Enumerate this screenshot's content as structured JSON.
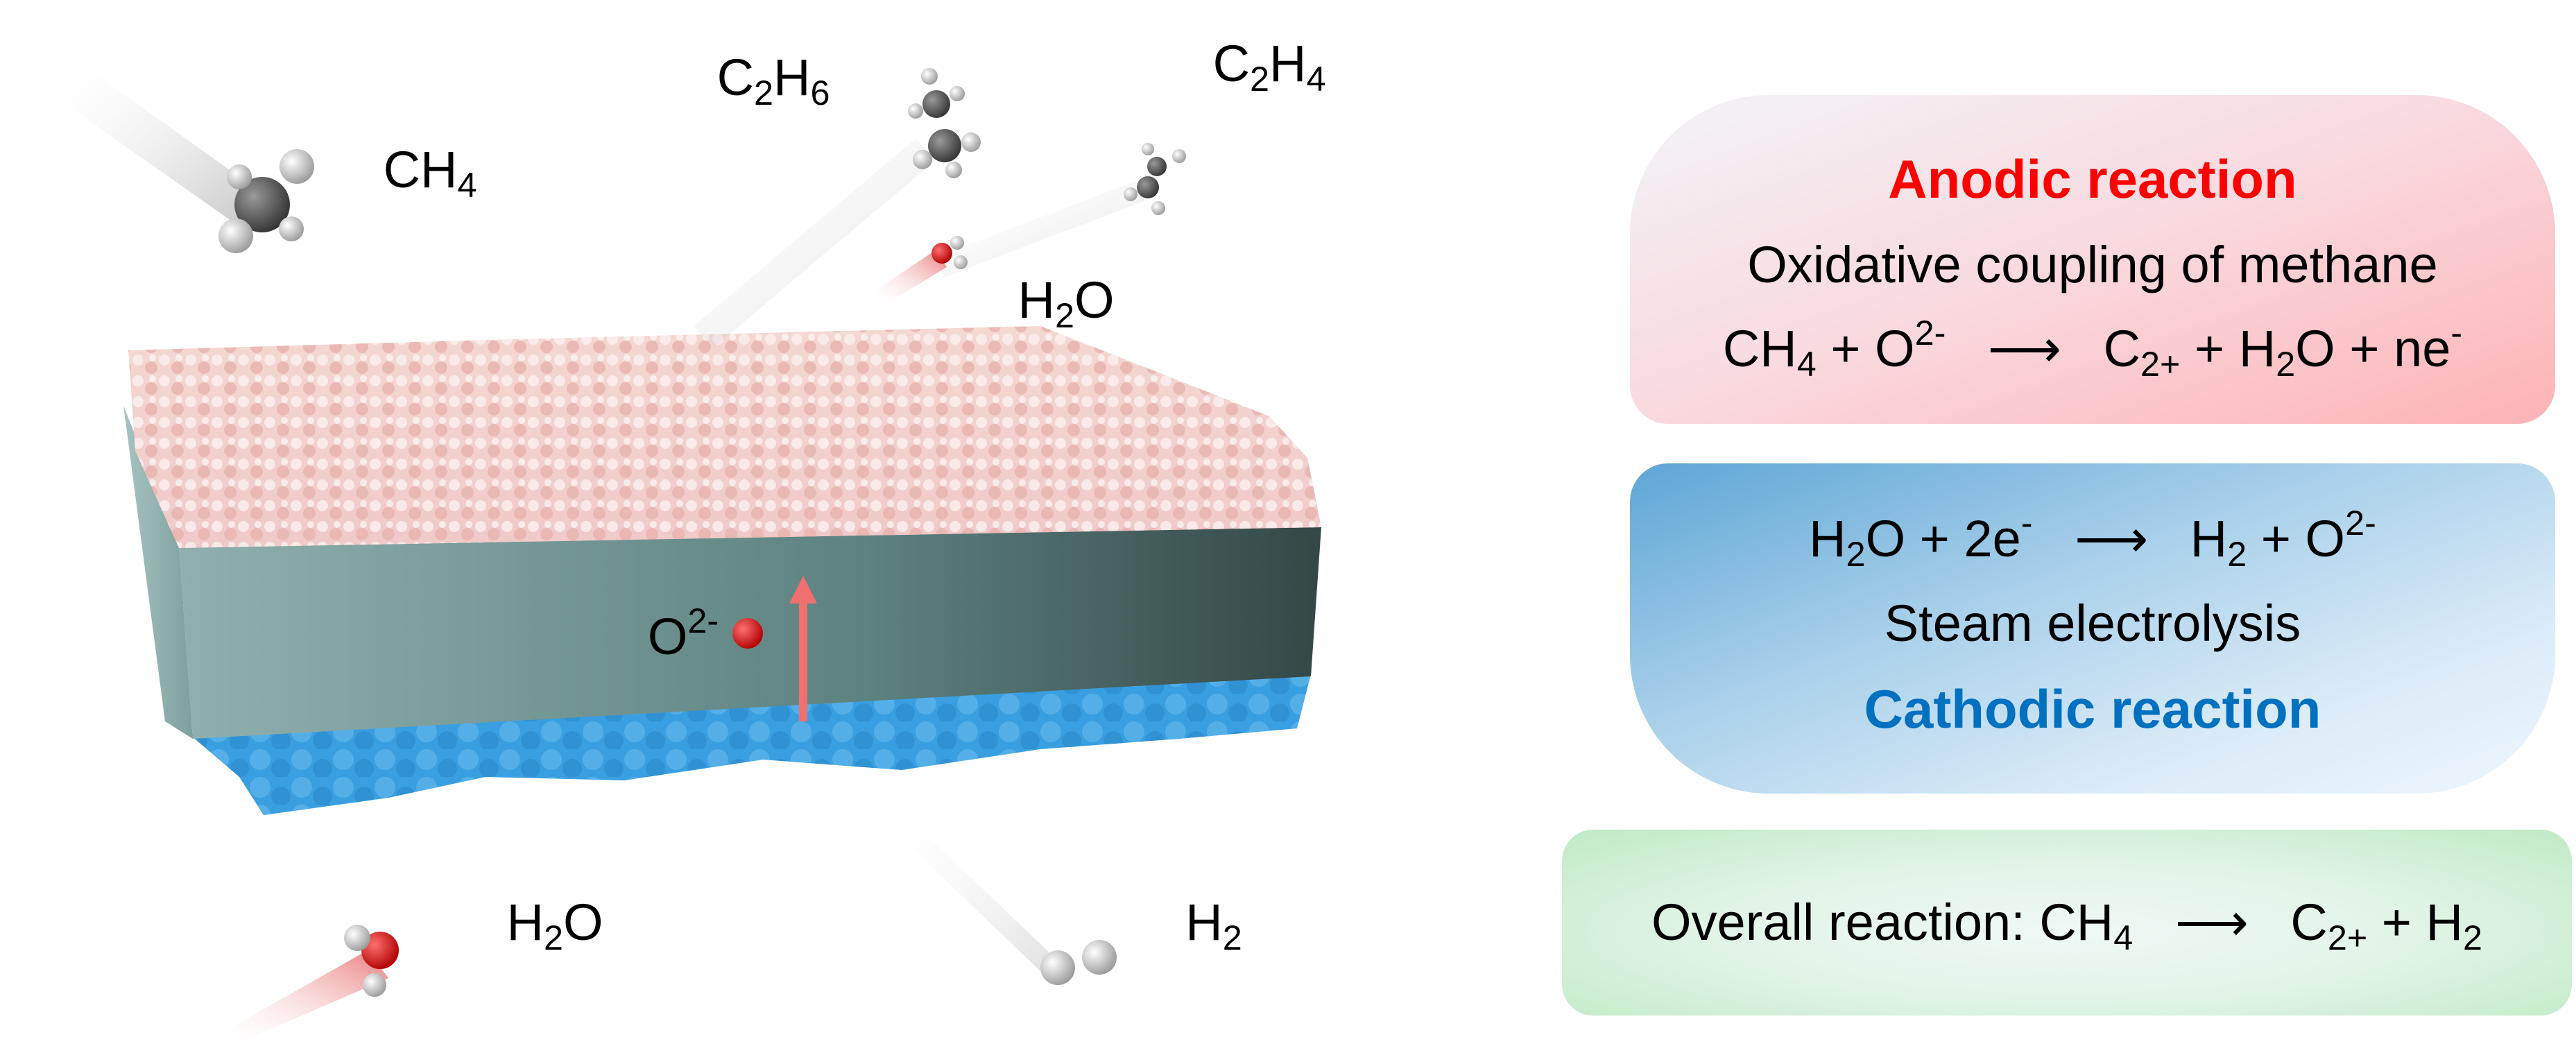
{
  "illustration": {
    "labels": {
      "ch4": {
        "a": "CH",
        "b": "4"
      },
      "c2h6": {
        "a": "C",
        "b": "2",
        "c": "H",
        "d": "6"
      },
      "c2h4": {
        "a": "C",
        "b": "2",
        "c": "H",
        "d": "4"
      },
      "h2o_top": {
        "a": "H",
        "b": "2",
        "c": "O"
      },
      "o2_ion": {
        "a": "O",
        "b": "2-"
      },
      "h2o_bottom": {
        "a": "H",
        "b": "2",
        "c": "O"
      },
      "h2": {
        "a": "H",
        "b": "2"
      }
    },
    "colors": {
      "slab": "#6f9593",
      "anode": "#f6dede",
      "cathode": "#3a9fe0",
      "oxygen": "#e01010",
      "hydrogen": "#e8e8e8",
      "carbon": "#555555"
    }
  },
  "anodic": {
    "title": "Anodic reaction",
    "subtitle": "Oxidative coupling of methane",
    "eq": {
      "l1": "CH",
      "l1s": "4",
      "l2": " + O",
      "l2s": "2-",
      "arrow": "⟶",
      "r1": "C",
      "r1s": "2+",
      "r2": " + H",
      "r2s": "2",
      "r3": "O + ne",
      "r3s": "-"
    },
    "title_color": "#ff0000"
  },
  "cathodic": {
    "eq": {
      "l1": "H",
      "l1s": "2",
      "l2": "O + 2e",
      "l2s": "-",
      "arrow": "⟶",
      "r1": "H",
      "r1s": "2",
      "r2": " + O",
      "r2s": "2-"
    },
    "subtitle": "Steam electrolysis",
    "title": "Cathodic reaction",
    "title_color": "#0070c0"
  },
  "overall": {
    "prefix": "Overall reaction: CH",
    "prefix_s": "4",
    "arrow": "⟶",
    "r1": "C",
    "r1s": "2+",
    "r2": " + H",
    "r2s": "2"
  }
}
